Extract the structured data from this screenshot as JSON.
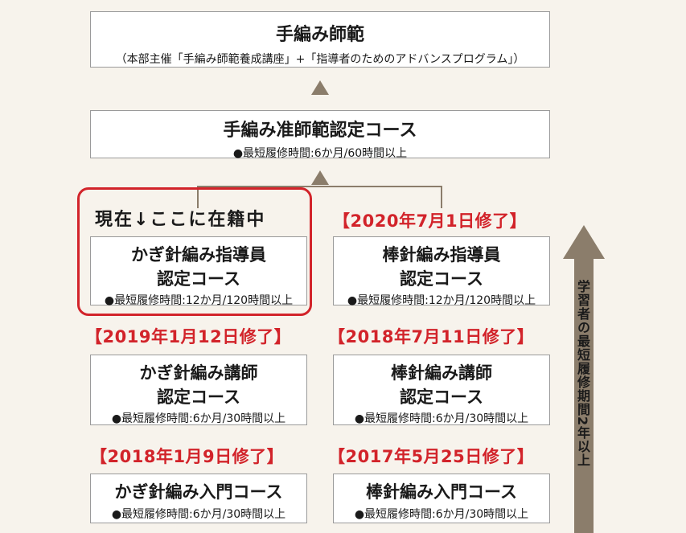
{
  "top": {
    "title": "手編み師範",
    "subtitle": "（本部主催「手編み師範養成講座」+「指導者のためのアドバンスプログラム」）"
  },
  "associate": {
    "title": "手編み准師範認定コース",
    "requirement": "●最短履修時間:6か月/60時間以上"
  },
  "current_label": "現在↓ここに在籍中",
  "instructor_left": {
    "title_line1": "かぎ針編み指導員",
    "title_line2": "認定コース",
    "requirement": "●最短履修時間:12か月/120時間以上"
  },
  "instructor_right": {
    "completed": "【2020年7月1日修了】",
    "title_line1": "棒針編み指導員",
    "title_line2": "認定コース",
    "requirement": "●最短履修時間:12か月/120時間以上"
  },
  "lecturer_left": {
    "completed": "【2019年1月12日修了】",
    "title_line1": "かぎ針編み講師",
    "title_line2": "認定コース",
    "requirement": "●最短履修時間:6か月/30時間以上"
  },
  "lecturer_right": {
    "completed": "【2018年7月11日修了】",
    "title_line1": "棒針編み講師",
    "title_line2": "認定コース",
    "requirement": "●最短履修時間:6か月/30時間以上"
  },
  "intro_left": {
    "completed": "【2018年1月9日修了】",
    "title": "かぎ針編み入門コース",
    "requirement": "●最短履修時間:6か月/30時間以上"
  },
  "intro_right": {
    "completed": "【2017年5月25日修了】",
    "title": "棒針編み入門コース",
    "requirement": "●最短履修時間:6か月/30時間以上"
  },
  "side_arrow_label": "学習者の最短履修期間2年以上",
  "colors": {
    "accent_red": "#d2232a",
    "arrow_brown": "#8b7d6b",
    "background": "#f7f3ec"
  }
}
